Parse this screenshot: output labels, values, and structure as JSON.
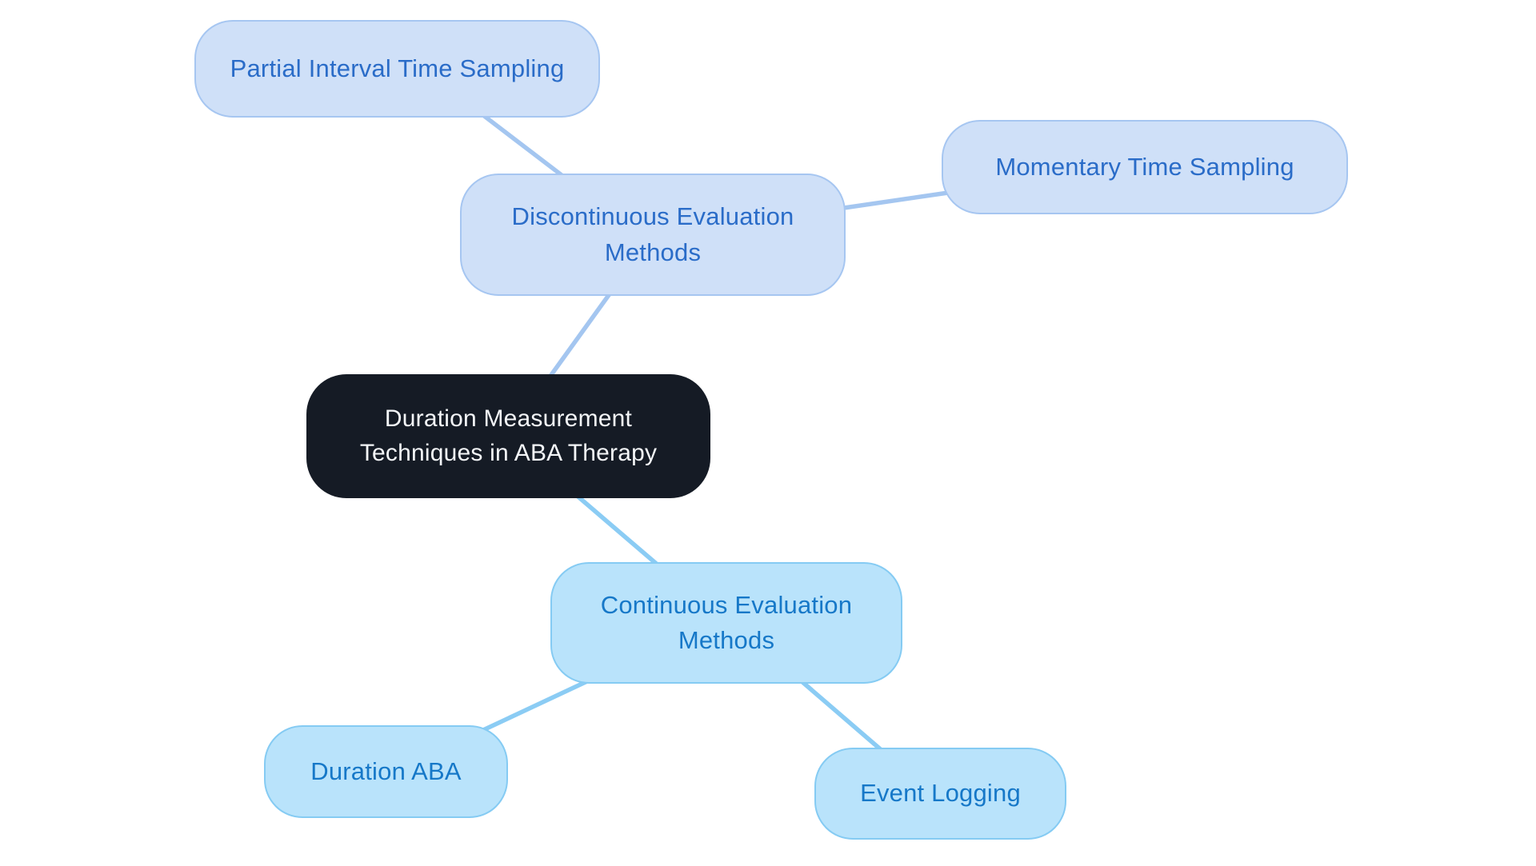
{
  "app": {
    "background_color": "#ffffff"
  },
  "mindmap": {
    "root": {
      "label": "Duration Measurement Techniques in ABA Therapy",
      "bg_color": "#151b25",
      "text_color": "#f4f6f8"
    },
    "branches": [
      {
        "label": "Discontinuous Evaluation Methods",
        "bg_color": "#cfe0f8",
        "border_color": "#a6c6f1",
        "text_color": "#2a6cc8",
        "connector_color": "#a4c6f0",
        "children": [
          {
            "label": "Partial Interval Time Sampling"
          },
          {
            "label": "Momentary Time Sampling"
          }
        ]
      },
      {
        "label": "Continuous Evaluation Methods",
        "bg_color": "#b9e3fb",
        "border_color": "#85cbf3",
        "text_color": "#1678c8",
        "connector_color": "#8bccf4",
        "children": [
          {
            "label": "Duration ABA"
          },
          {
            "label": "Event Logging"
          }
        ]
      }
    ]
  }
}
